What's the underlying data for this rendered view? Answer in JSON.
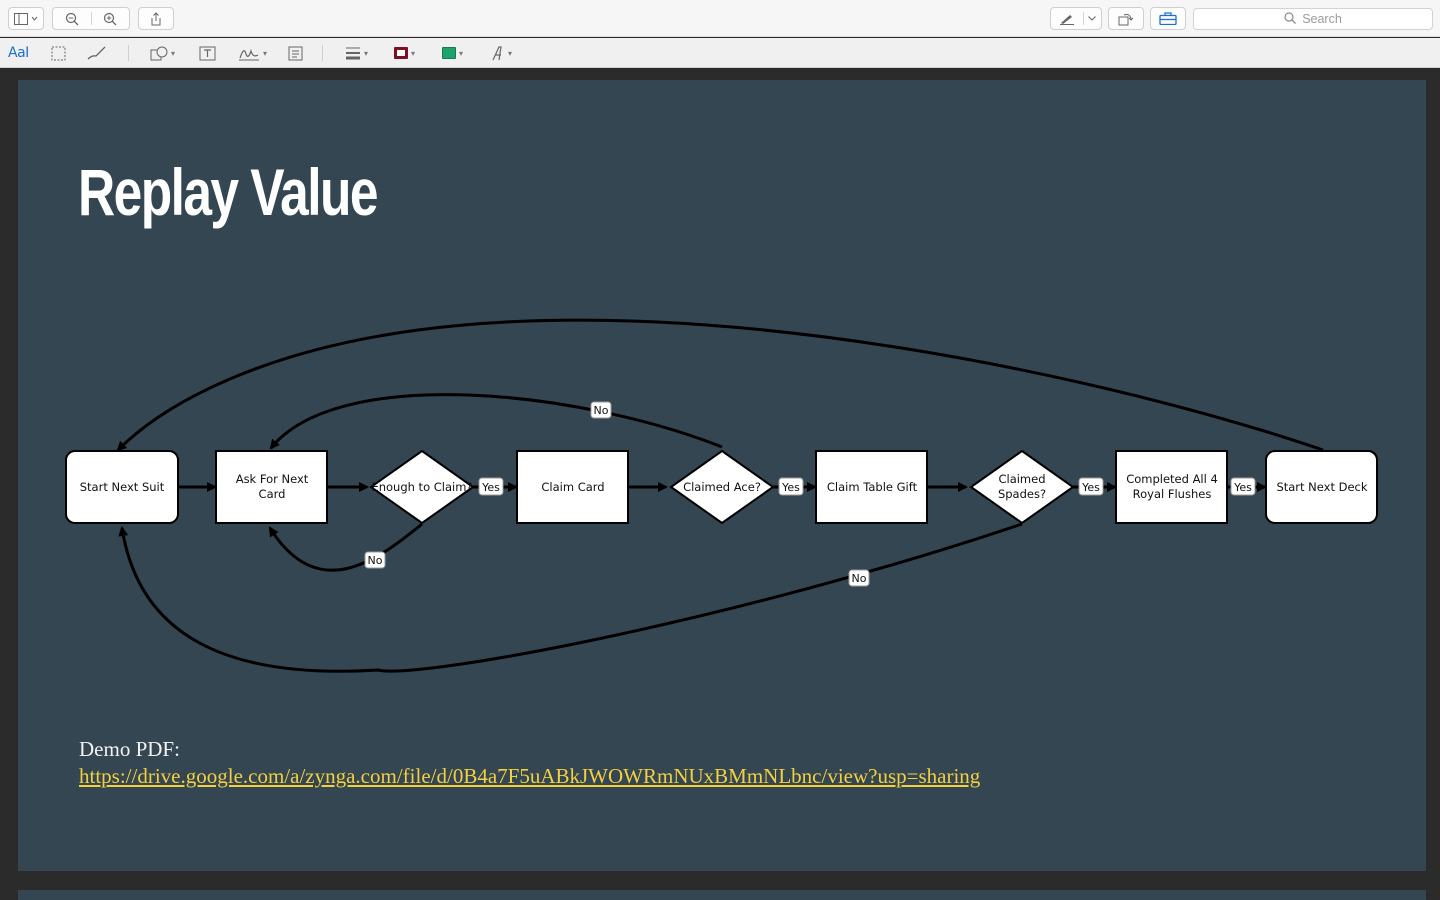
{
  "toolbar": {
    "sidebar_icon": "sidebar-icon",
    "zoom_out_icon": "zoom-out-icon",
    "zoom_in_icon": "zoom-in-icon",
    "share_icon": "share-icon",
    "markup_pen_icon": "pen-icon",
    "rotate_icon": "rotate-icon",
    "toolbox_icon": "toolbox-icon",
    "search_placeholder": "Search"
  },
  "markup": {
    "text_style_label": "AaI",
    "border_color": "#7a1020",
    "fill_color": "#1fa36c"
  },
  "slide": {
    "title": "Replay Value",
    "demo_label": "Demo PDF:",
    "demo_link": "https://drive.google.com/a/zynga.com/file/d/0B4a7F5uABkJWOWRmNUxBMmNLbnc/view?usp=sharing"
  },
  "flowchart": {
    "nodes": {
      "start_next_suit": "Start Next Suit",
      "ask_next_card_1": "Ask For Next",
      "ask_next_card_2": "Card",
      "enough_to_claim": "Enough to Claim?",
      "claim_card": "Claim Card",
      "claimed_ace": "Claimed Ace?",
      "claim_table_gift": "Claim Table Gift",
      "claimed_spades_1": "Claimed",
      "claimed_spades_2": "Spades?",
      "completed_all_1": "Completed All 4",
      "completed_all_2": "Royal Flushes",
      "start_next_deck": "Start Next Deck"
    },
    "labels": {
      "yes_enough": "Yes",
      "yes_ace": "Yes",
      "yes_spades": "Yes",
      "yes_completed": "Yes",
      "no_enough": "No",
      "no_ace": "No",
      "no_spades": "No"
    }
  }
}
